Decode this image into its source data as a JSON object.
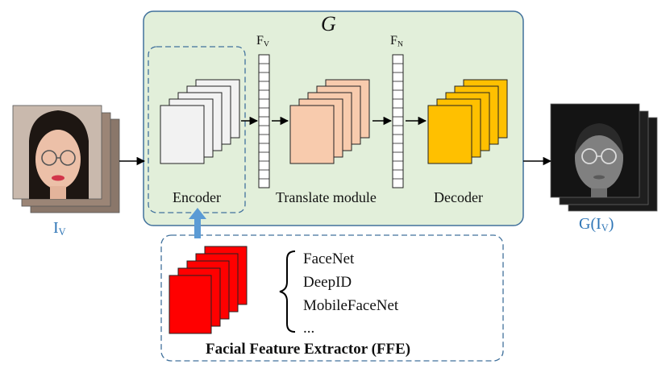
{
  "generator": {
    "title": "G",
    "fill_color": "#e2efda",
    "border_color": "#41719c"
  },
  "encoder": {
    "label": "Encoder",
    "layer_color": "#f2f2f2"
  },
  "translate_module": {
    "label": "Translate module",
    "layer_color": "#f8cbad"
  },
  "decoder": {
    "label": "Decoder",
    "layer_color": "#ffc000"
  },
  "feature_vectors": {
    "fv": {
      "base": "F",
      "sub": "V"
    },
    "fn": {
      "base": "F",
      "sub": "N"
    }
  },
  "input_image": {
    "label_base": "I",
    "label_sub": "V",
    "description_icon": "visible-face-photo-stack"
  },
  "output_image": {
    "label_prefix": "G(I",
    "label_sub": "V",
    "label_suffix": ")",
    "description_icon": "infrared-face-photo-stack"
  },
  "ffe": {
    "title": "Facial Feature Extractor (FFE)",
    "layer_color": "#ff0000",
    "arrow_color": "#5b9bd5",
    "models": [
      "FaceNet",
      "DeepID",
      "MobileFaceNet",
      "..."
    ]
  },
  "accent_label_color": "#2e75b6"
}
